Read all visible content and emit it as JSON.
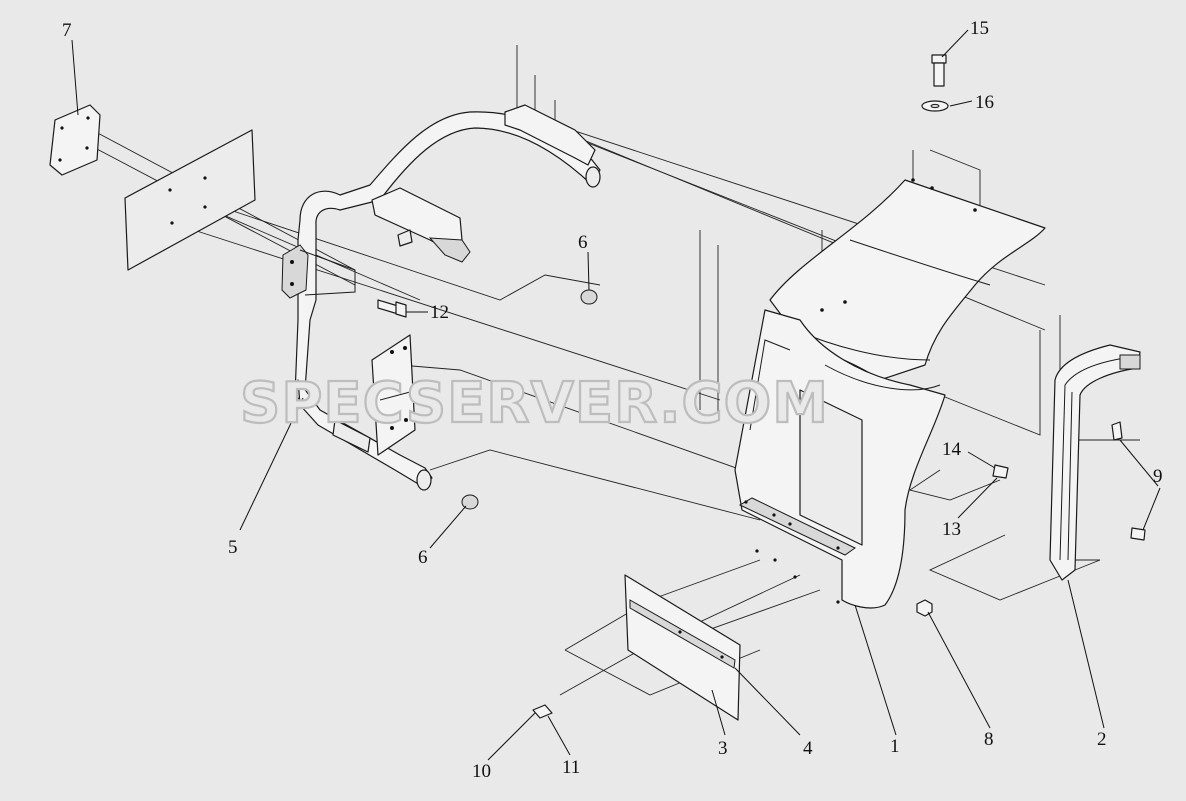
{
  "watermark": "SPECSERVER.COM",
  "callouts": [
    {
      "id": "p7",
      "label": "7"
    },
    {
      "id": "p15",
      "label": "15"
    },
    {
      "id": "p16",
      "label": "16"
    },
    {
      "id": "p6a",
      "label": "6"
    },
    {
      "id": "p12",
      "label": "12"
    },
    {
      "id": "p14",
      "label": "14"
    },
    {
      "id": "p9",
      "label": "9"
    },
    {
      "id": "p13",
      "label": "13"
    },
    {
      "id": "p5",
      "label": "5"
    },
    {
      "id": "p6b",
      "label": "6"
    },
    {
      "id": "p3",
      "label": "3"
    },
    {
      "id": "p4",
      "label": "4"
    },
    {
      "id": "p1",
      "label": "1"
    },
    {
      "id": "p8",
      "label": "8"
    },
    {
      "id": "p2",
      "label": "2"
    },
    {
      "id": "p10",
      "label": "10"
    },
    {
      "id": "p11",
      "label": "11"
    }
  ]
}
